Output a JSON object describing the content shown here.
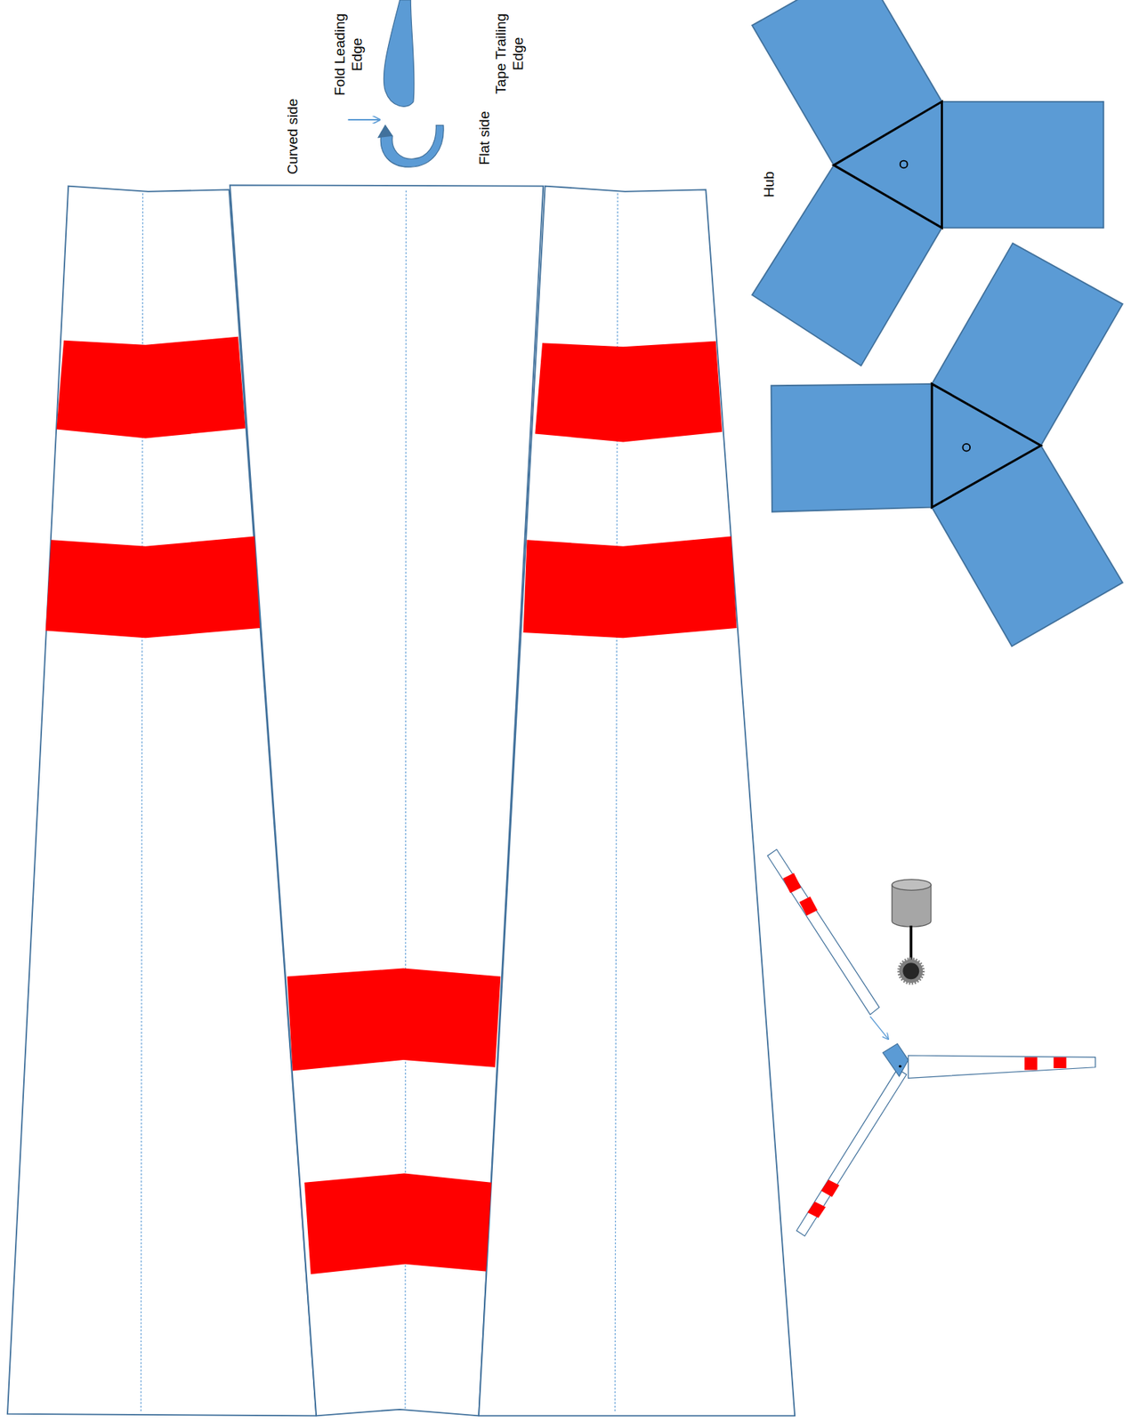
{
  "diagram": {
    "labels": [
      "Curved side",
      "Fold Leading Edge",
      "Flat side",
      "Tape Trailing Edge",
      "Hub"
    ]
  }
}
